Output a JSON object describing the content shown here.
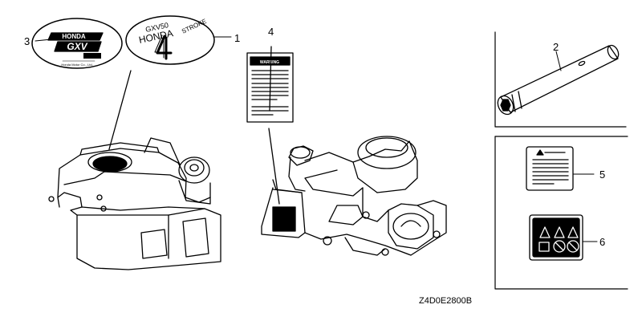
{
  "callouts": {
    "c1": "1",
    "c2": "2",
    "c3": "3",
    "c4": "4",
    "c5": "5",
    "c6": "6"
  },
  "emblem_left": {
    "brand": "GXV",
    "sub": "HONDA",
    "fine": "Honda Motor Co., Ltd."
  },
  "emblem_right": {
    "model": "GXV50",
    "brand": "HONDA",
    "stroke_text": "STROKE",
    "digit": "4"
  },
  "warning_label": {
    "heading": "WARNING"
  },
  "drawing_code": "Z4D0E2800B"
}
